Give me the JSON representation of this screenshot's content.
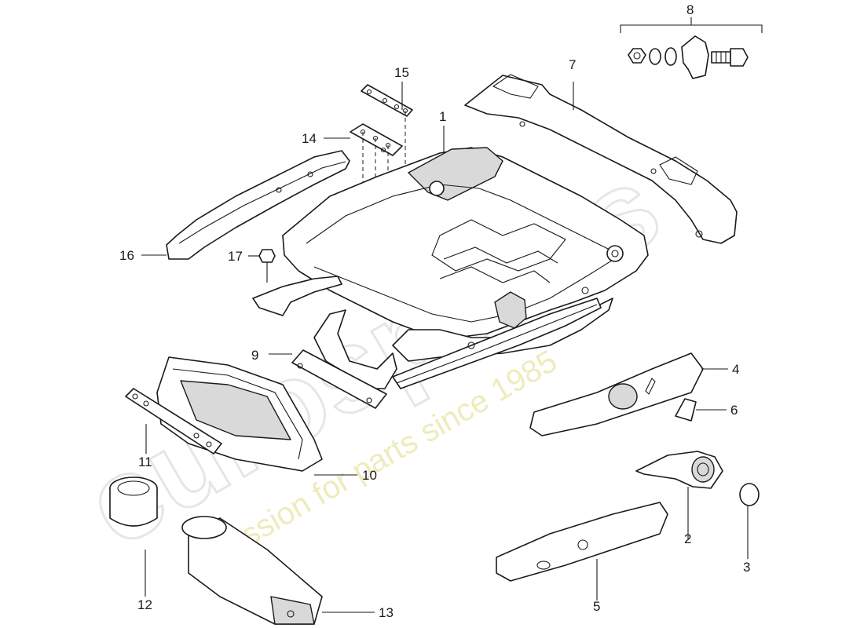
{
  "callouts": [
    "1",
    "2",
    "3",
    "4",
    "5",
    "6",
    "7",
    "8",
    "9",
    "10",
    "11",
    "12",
    "13",
    "14",
    "15",
    "16",
    "17"
  ],
  "watermark": {
    "logo": "eurospares",
    "tagline": "a passion for parts since 1985"
  },
  "colors": {
    "line": "#1a1a1a",
    "watermark_logo": "#e6e6e6",
    "watermark_tagline": "#e8e6a8"
  }
}
